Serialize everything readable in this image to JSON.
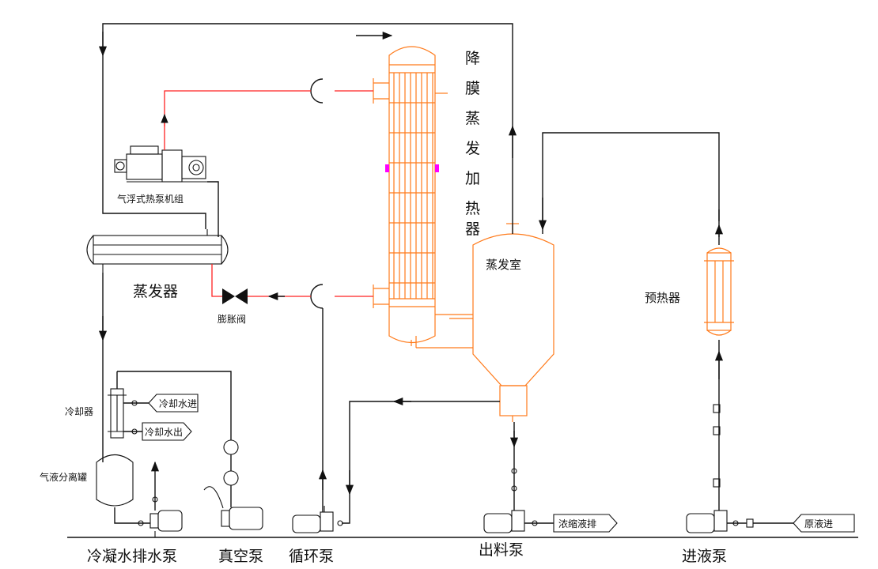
{
  "labels": {
    "falling_film_heater": [
      "降",
      "膜",
      "蒸",
      "发",
      "加",
      "热",
      "器"
    ],
    "evaporation_chamber": "蒸发室",
    "heat_pump_unit": "气浮式热泵机组",
    "evaporator": "蒸发器",
    "expansion_valve": "膨胀阀",
    "preheater": "预热器",
    "cooler": "冷却器",
    "gas_liquid_separator": "气液分离罐",
    "cooling_water_in": "冷却水进",
    "cooling_water_out": "冷却水出",
    "concentrate_out": "浓缩液排",
    "raw_liquid_in": "原液进",
    "condensate_pump": "冷凝水排水泵",
    "vacuum_pump": "真空泵",
    "circulation_pump": "循环泵",
    "discharge_pump": "出料泵",
    "feed_pump": "进液泵"
  },
  "colors": {
    "pipe": "#111111",
    "refrigerant_line": "#ff2222",
    "equipment_outline": "#ff7a1a",
    "accent_magenta": "#ff00ff"
  }
}
